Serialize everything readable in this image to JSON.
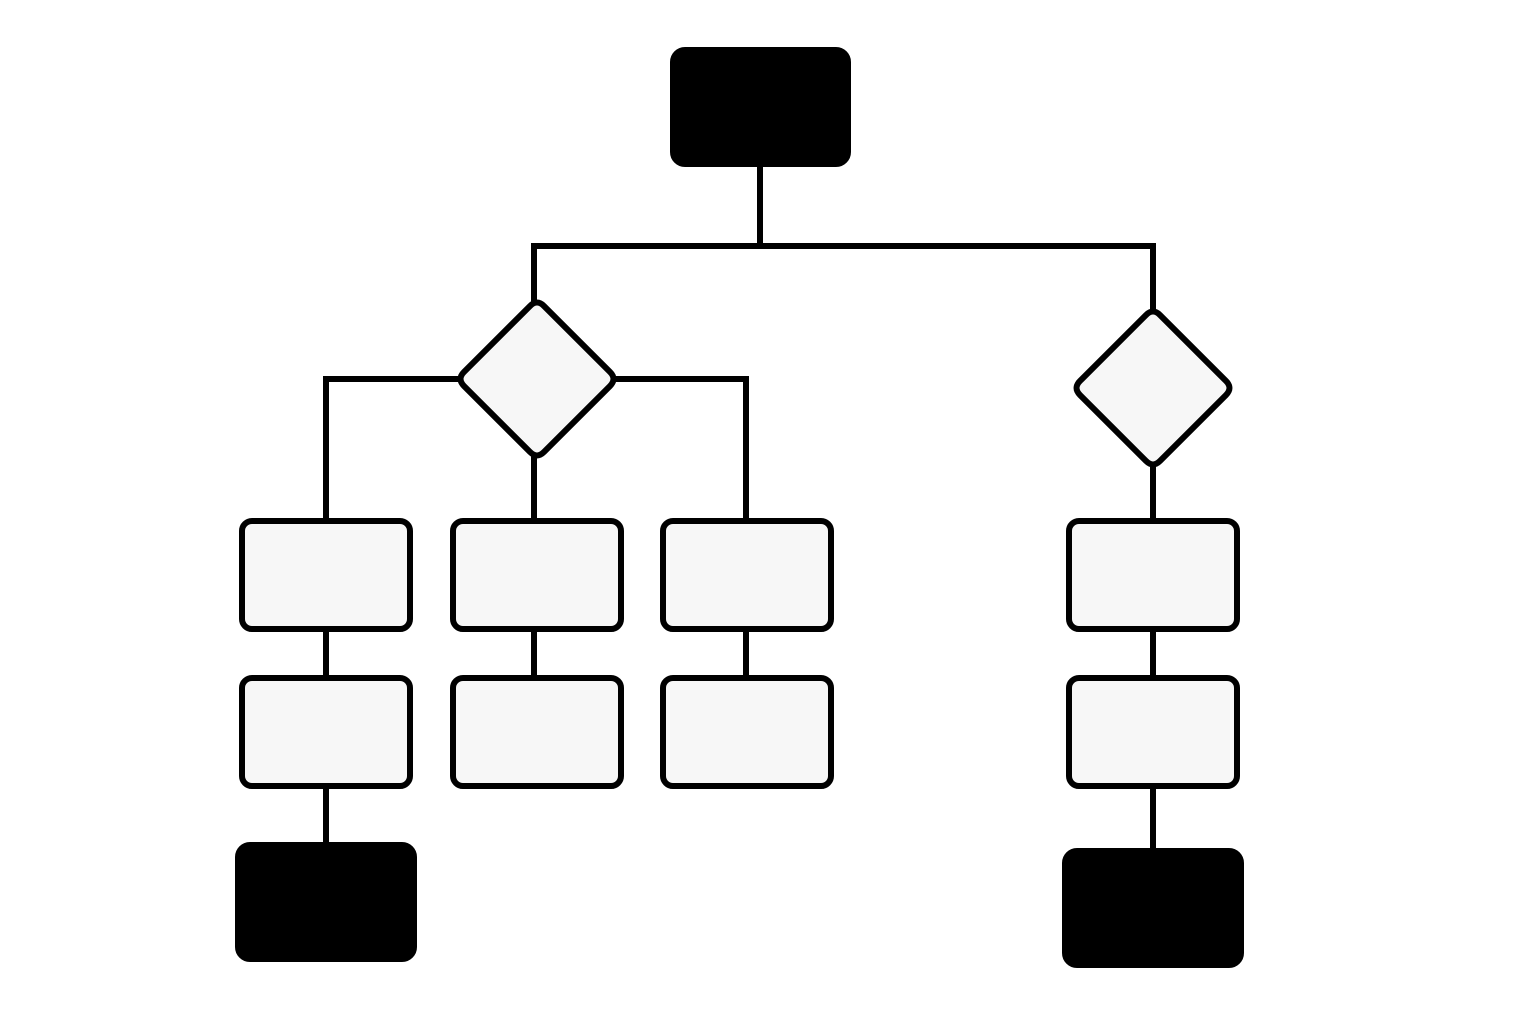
{
  "colors": {
    "background": "#ffffff",
    "stroke": "#000000",
    "light_fill": "#f7f7f7",
    "dark_fill": "#000000"
  },
  "diagram": {
    "type": "flowchart",
    "nodes": [
      {
        "id": "start",
        "shape": "rounded-rect",
        "fill": "dark",
        "label": ""
      },
      {
        "id": "decision-left",
        "shape": "diamond",
        "fill": "light",
        "label": ""
      },
      {
        "id": "decision-right",
        "shape": "diamond",
        "fill": "light",
        "label": ""
      },
      {
        "id": "process-a1",
        "shape": "rounded-rect",
        "fill": "light",
        "label": ""
      },
      {
        "id": "process-b1",
        "shape": "rounded-rect",
        "fill": "light",
        "label": ""
      },
      {
        "id": "process-c1",
        "shape": "rounded-rect",
        "fill": "light",
        "label": ""
      },
      {
        "id": "process-d1",
        "shape": "rounded-rect",
        "fill": "light",
        "label": ""
      },
      {
        "id": "process-a2",
        "shape": "rounded-rect",
        "fill": "light",
        "label": ""
      },
      {
        "id": "process-b2",
        "shape": "rounded-rect",
        "fill": "light",
        "label": ""
      },
      {
        "id": "process-c2",
        "shape": "rounded-rect",
        "fill": "light",
        "label": ""
      },
      {
        "id": "process-d2",
        "shape": "rounded-rect",
        "fill": "light",
        "label": ""
      },
      {
        "id": "end-left",
        "shape": "rounded-rect",
        "fill": "dark",
        "label": ""
      },
      {
        "id": "end-right",
        "shape": "rounded-rect",
        "fill": "dark",
        "label": ""
      }
    ],
    "edges": [
      {
        "from": "start",
        "to": "decision-left"
      },
      {
        "from": "start",
        "to": "decision-right"
      },
      {
        "from": "decision-left",
        "to": "process-a1"
      },
      {
        "from": "decision-left",
        "to": "process-b1"
      },
      {
        "from": "decision-left",
        "to": "process-c1"
      },
      {
        "from": "decision-right",
        "to": "process-d1"
      },
      {
        "from": "process-a1",
        "to": "process-a2"
      },
      {
        "from": "process-b1",
        "to": "process-b2"
      },
      {
        "from": "process-c1",
        "to": "process-c2"
      },
      {
        "from": "process-d1",
        "to": "process-d2"
      },
      {
        "from": "process-a2",
        "to": "end-left"
      },
      {
        "from": "process-d2",
        "to": "end-right"
      }
    ]
  }
}
